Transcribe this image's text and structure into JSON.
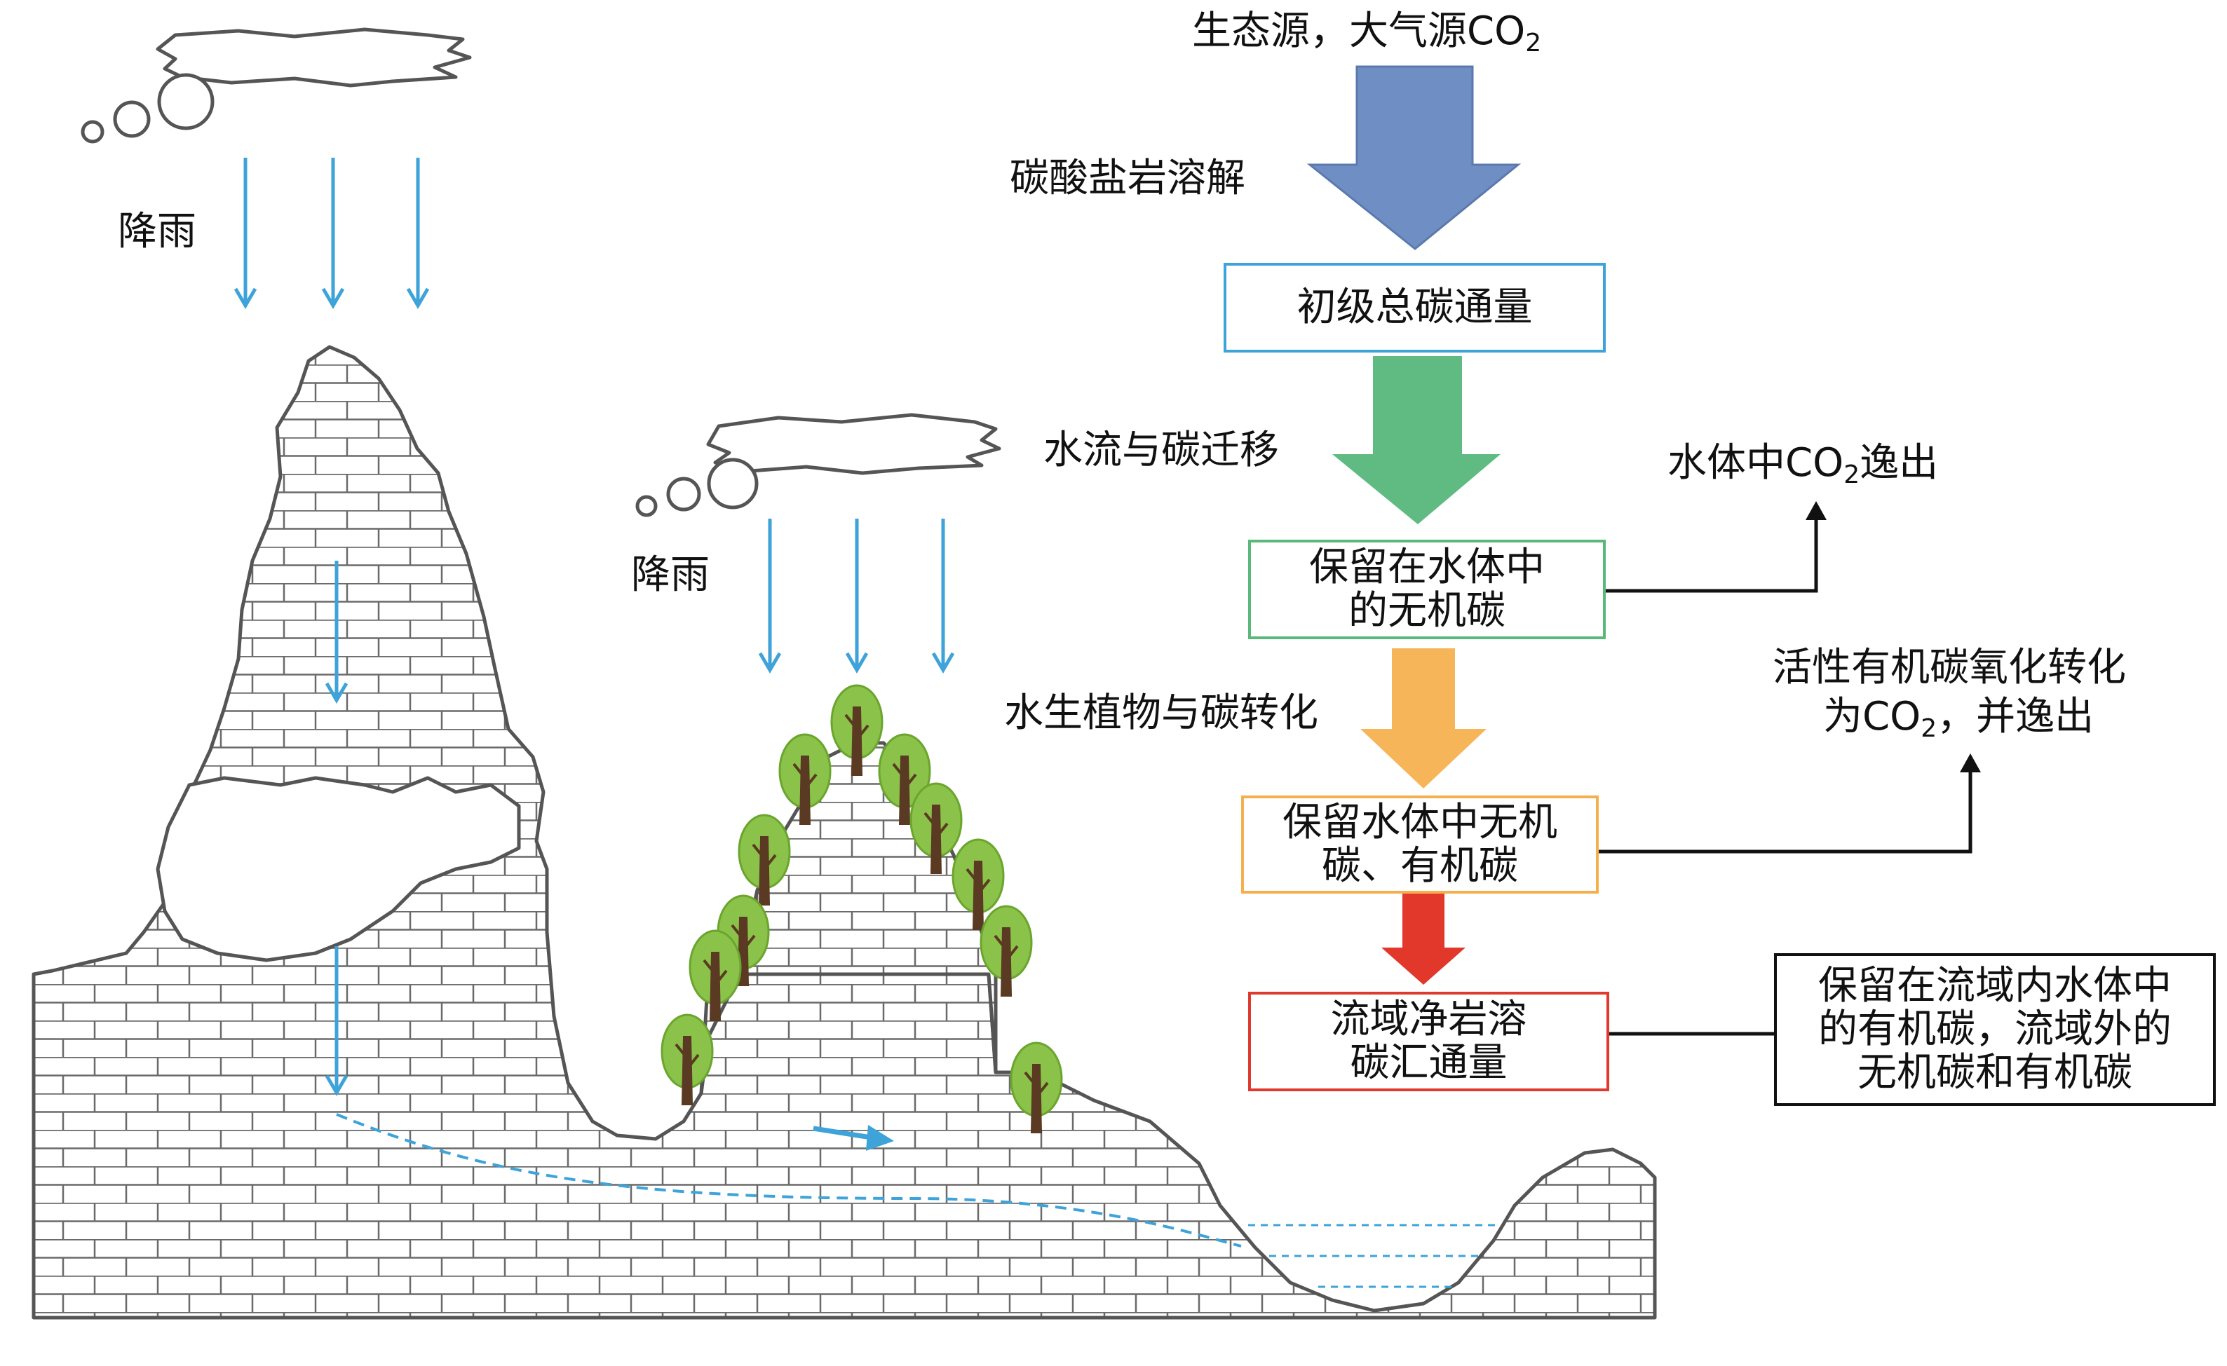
{
  "labels": {
    "rain_left": "降雨",
    "rain_right": "降雨",
    "source_prefix": "生态源，大气源CO",
    "source_sub": "2",
    "dissolution": "碳酸盐岩溶解",
    "water_migration": "水流与碳迁移",
    "plant_transform": "水生植物与碳转化",
    "escape1_prefix": "水体中CO",
    "escape1_sub": "2",
    "escape1_suffix": "逸出",
    "escape2_line1": "活性有机碳氧化转化",
    "escape2_line2_prefix": "为CO",
    "escape2_line2_sub": "2",
    "escape2_line2_suffix": "，并逸出"
  },
  "boxes": {
    "primary_flux": {
      "lines": [
        "初级总碳通量"
      ]
    },
    "retained_inorganic": {
      "lines": [
        "保留在水体中",
        "的无机碳"
      ]
    },
    "retained_both": {
      "lines": [
        "保留水体中无机",
        "碳、有机碳"
      ]
    },
    "net_sink": {
      "lines": [
        "流域净岩溶",
        "碳汇通量"
      ]
    },
    "outside": {
      "lines": [
        "保留在流域内水体中",
        "的有机碳，流域外的",
        "无机碳和有机碳"
      ]
    }
  },
  "colors": {
    "arrow_blue": "#6f8fc4",
    "arrow_green": "#5fbb82",
    "arrow_orange": "#f7b55a",
    "arrow_red": "#e2372b",
    "rain": "#3ea3d8",
    "rock_line": "#555555",
    "tree_canopy": "#8bc34a",
    "tree_trunk": "#5a3a22"
  }
}
